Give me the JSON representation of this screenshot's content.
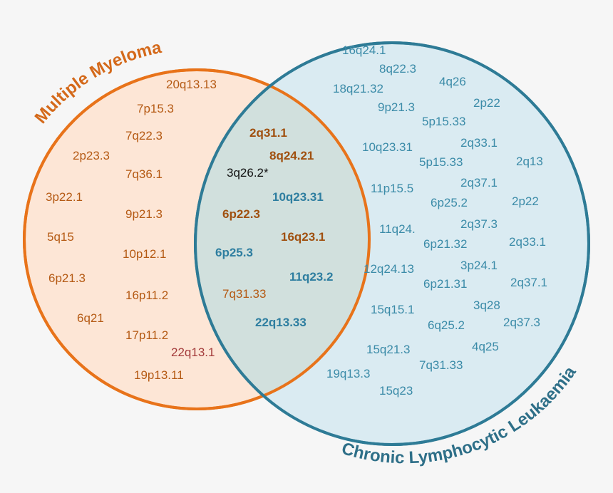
{
  "colors": {
    "mm_stroke": "#e8731a",
    "mm_fill": "#fde6d6",
    "cll_stroke": "#2e7b96",
    "cll_fill": "#d5e9f1",
    "mm_text": "#b55a14",
    "cll_text": "#3b8ba8",
    "shared_mm_text": "#a0500f",
    "shared_cll_text": "#2e7ea0",
    "shared_other_text": "#111111",
    "highlight_text": "#a33a3a",
    "mm_title": "#d4691a",
    "cll_title": "#2e6f88"
  },
  "sets": {
    "mm": {
      "title": "Multiple Myeloma",
      "items": [
        {
          "label": "20q13.13"
        },
        {
          "label": "7p15.3"
        },
        {
          "label": "7q22.3"
        },
        {
          "label": "2p23.3"
        },
        {
          "label": "7q36.1"
        },
        {
          "label": "3p22.1"
        },
        {
          "label": "9p21.3"
        },
        {
          "label": "5q15"
        },
        {
          "label": "10p12.1"
        },
        {
          "label": "6p21.3"
        },
        {
          "label": "16p11.2"
        },
        {
          "label": "6q21"
        },
        {
          "label": "17p11.2"
        },
        {
          "label": "22q13.1",
          "tone": "highlight"
        },
        {
          "label": "19p13.11"
        }
      ]
    },
    "cll": {
      "title": "Chronic Lymphocytic Leukaemia",
      "items": [
        {
          "label": "16q24.1"
        },
        {
          "label": "8q22.3"
        },
        {
          "label": "4q26"
        },
        {
          "label": "18q21.32"
        },
        {
          "label": "9p21.3"
        },
        {
          "label": "2p22"
        },
        {
          "label": "5p15.33"
        },
        {
          "label": "10q23.31"
        },
        {
          "label": "2q33.1"
        },
        {
          "label": "5p15.33"
        },
        {
          "label": "2q13"
        },
        {
          "label": "2q37.1"
        },
        {
          "label": "11p15.5"
        },
        {
          "label": "6p25.2"
        },
        {
          "label": "2p22"
        },
        {
          "label": "2q37.3"
        },
        {
          "label": "11q24."
        },
        {
          "label": "6p21.32"
        },
        {
          "label": "2q33.1"
        },
        {
          "label": "3p24.1"
        },
        {
          "label": "12q24.13"
        },
        {
          "label": "6p21.31"
        },
        {
          "label": "2q37.1"
        },
        {
          "label": "3q28"
        },
        {
          "label": "15q15.1"
        },
        {
          "label": "6q25.2"
        },
        {
          "label": "2q37.3"
        },
        {
          "label": "4q25"
        },
        {
          "label": "15q21.3"
        },
        {
          "label": "7q31.33"
        },
        {
          "label": "19q13.3"
        },
        {
          "label": "15q23"
        }
      ]
    },
    "shared": {
      "items": [
        {
          "label": "2q31.1",
          "tone": "mm",
          "bold": true
        },
        {
          "label": "8q24.21",
          "tone": "mm",
          "bold": true
        },
        {
          "label": "3q26.2*",
          "tone": "other",
          "bold": false
        },
        {
          "label": "10q23.31",
          "tone": "cll",
          "bold": true
        },
        {
          "label": "6p22.3",
          "tone": "mm",
          "bold": true
        },
        {
          "label": "16q23.1",
          "tone": "mm",
          "bold": true
        },
        {
          "label": "6p25.3",
          "tone": "cll",
          "bold": true
        },
        {
          "label": "11q23.2",
          "tone": "cll",
          "bold": true
        },
        {
          "label": "7q31.33",
          "tone": "mmplain",
          "bold": false
        },
        {
          "label": "22q13.33",
          "tone": "cll",
          "bold": true
        }
      ]
    }
  }
}
